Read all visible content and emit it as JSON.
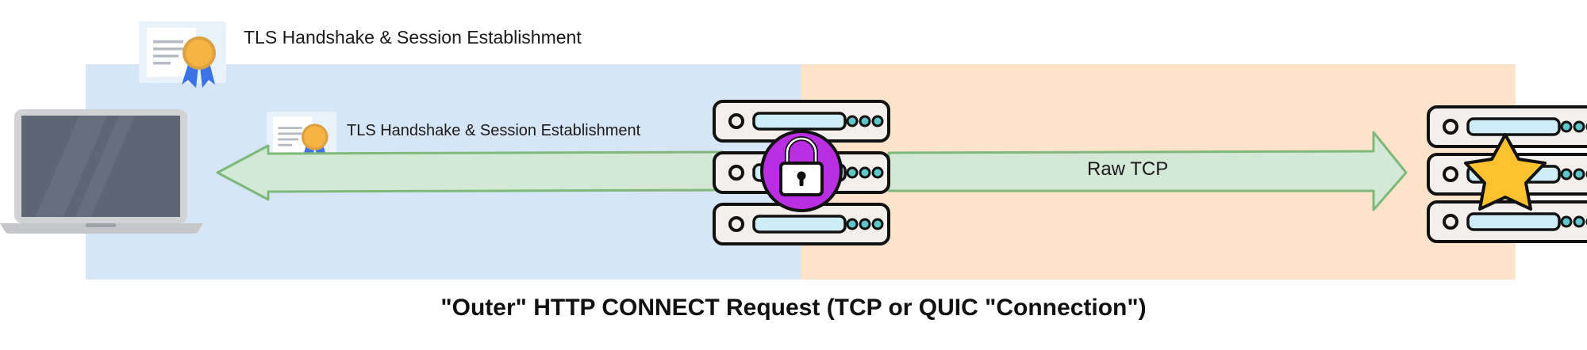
{
  "labels": {
    "outer_session": "TLS Handshake & Session Establishment",
    "inner_session": "TLS Handshake & Session Establishment",
    "raw_tcp": "Raw TCP",
    "caption": "\"Outer\" HTTP CONNECT Request (TCP or QUIC \"Connection\")"
  },
  "colors": {
    "client_region": "#d6e6f7",
    "target_region": "#fde3ca",
    "arrow_fill": "#d4e9d5",
    "arrow_stroke": "#7fb87a",
    "lock_badge": "#b92ee0",
    "star": "#fcc22e",
    "medal": "#f5b342",
    "ribbon": "#3b74e6",
    "laptop_screen": "#5f6673"
  },
  "icons": [
    "laptop-icon",
    "certificate-icon",
    "proxy-server-icon",
    "lock-icon",
    "target-server-icon",
    "star-icon"
  ]
}
